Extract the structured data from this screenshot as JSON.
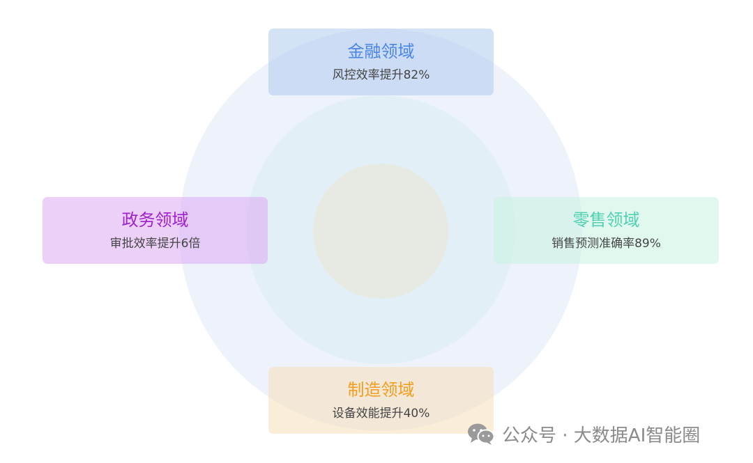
{
  "diagram": {
    "cards": [
      {
        "title": "金融领域",
        "description": "风控效率提升82%",
        "title_color": "#4a86e8"
      },
      {
        "title": "政务领域",
        "description": "审批效率提升6倍",
        "title_color": "#a020d0"
      },
      {
        "title": "零售领域",
        "description": "销售预测准确率89%",
        "title_color": "#4fd1b1"
      },
      {
        "title": "制造领域",
        "description": "设备效能提升40%",
        "title_color": "#f29d1e"
      }
    ]
  },
  "watermark": {
    "icon": "wechat-icon",
    "text": "公众号 · 大数据AI智能圈"
  }
}
